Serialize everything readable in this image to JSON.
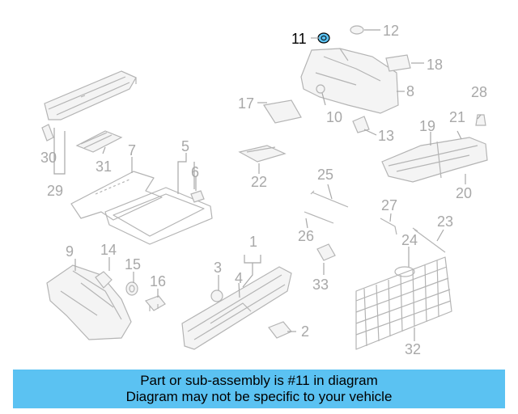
{
  "diagram": {
    "highlight_color": "#000000",
    "label_color": "#a8a8a8",
    "highlighted_part": "11",
    "callouts": [
      "1",
      "2",
      "3",
      "4",
      "5",
      "6",
      "7",
      "8",
      "9",
      "10",
      "11",
      "12",
      "13",
      "14",
      "15",
      "16",
      "17",
      "18",
      "19",
      "20",
      "21",
      "22",
      "23",
      "24",
      "25",
      "26",
      "27",
      "28",
      "29",
      "30",
      "31",
      "32",
      "33"
    ]
  },
  "banner": {
    "background": "#5bc2f2",
    "line1": "Part or sub-assembly is #11 in diagram",
    "line2": "Diagram may not be specific to your vehicle"
  }
}
